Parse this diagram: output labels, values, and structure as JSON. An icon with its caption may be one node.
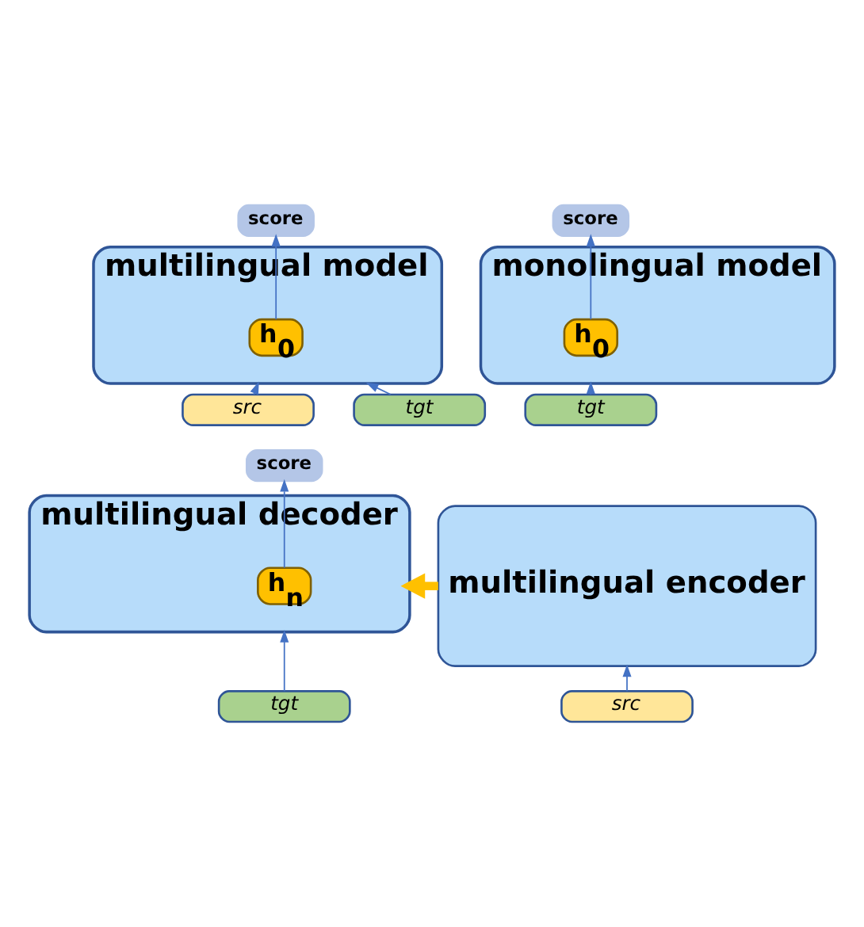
{
  "diagram": {
    "nodes": [
      {
        "text": [
          "score"
        ]
      },
      {
        "text": [
          "multilingual model"
        ]
      },
      {
        "text": [
          "h$_{0}$"
        ],
        "in": 1
      },
      {
        "text": [
          "src"
        ]
      },
      {
        "text": [
          "tgt"
        ]
      },
      {
        "text": [
          "score"
        ]
      },
      {
        "text": [
          "monolingual model"
        ]
      },
      {
        "text": [
          "h$_{0}$"
        ],
        "in": 6
      },
      {
        "text": [
          "tgt"
        ]
      },
      {
        "text": [
          "multilingual encoder"
        ]
      },
      {
        "text": [
          "src"
        ]
      },
      {
        "text": [
          "score"
        ]
      },
      {
        "text": [
          "multilingual decoder"
        ]
      },
      {
        "text": [
          "h$_{n}$"
        ],
        "in": 12
      },
      {
        "text": [
          "tgt"
        ]
      }
    ],
    "edges": [
      {
        "from": 2,
        "to": 0,
        "arrow": "to"
      },
      {
        "from": 3,
        "to": 1,
        "arrow": "to"
      },
      {
        "from": 4,
        "to": 1,
        "arrow": "to"
      },
      {
        "from": 7,
        "to": 5,
        "arrow": "to"
      },
      {
        "from": 8,
        "to": 6,
        "arrow": "to"
      },
      {
        "from": 10,
        "to": 9,
        "arrow": "to"
      },
      {
        "from": 9,
        "to": 12,
        "arrow": "to",
        "style": "thick",
        "color": "#ffc000"
      },
      {
        "from": 14,
        "to": 12,
        "arrow": "to"
      },
      {
        "from": 13,
        "to": 11,
        "arrow": "to"
      }
    ]
  }
}
